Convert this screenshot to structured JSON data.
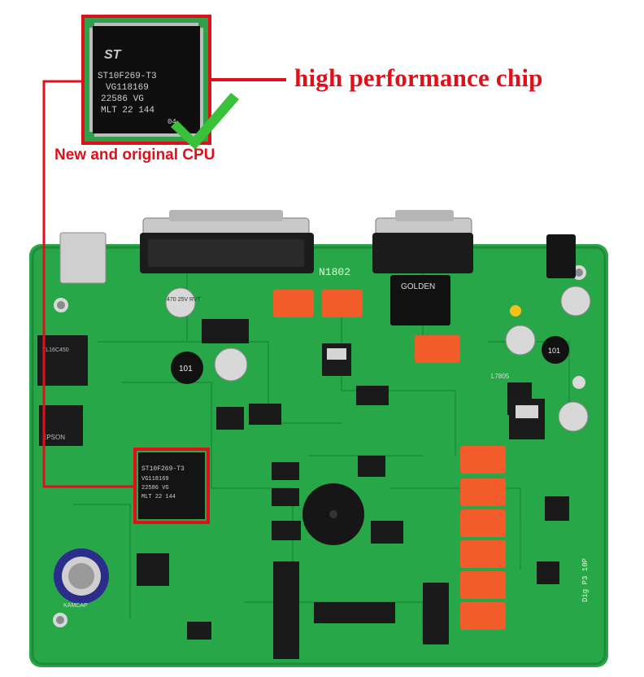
{
  "callout": {
    "title": "high performance chip",
    "subtitle": "New and original CPU"
  },
  "chip": {
    "marking_line1": "ST10F269-T3",
    "marking_line2": "VG118169",
    "marking_line3": "22586 VG",
    "marking_line4": "MLT 22 144",
    "marking_line5": "04",
    "logo": "ST"
  },
  "board": {
    "silkscreen_id": "N1802",
    "silkscreen_bottom": "Dig P3 10P",
    "relay_label": "GOLDEN",
    "cap_label": "470 25V RVT",
    "coil_label": "101",
    "coil_label_2": "101",
    "battery_label": "KAMCAP",
    "ic_left_label": "EPSON",
    "ic_left_top_label": "TL16C450",
    "regulator_label": "L7805"
  },
  "colors": {
    "pcb": "#27a748",
    "callout": "#e0101a",
    "check": "#39c13a"
  }
}
